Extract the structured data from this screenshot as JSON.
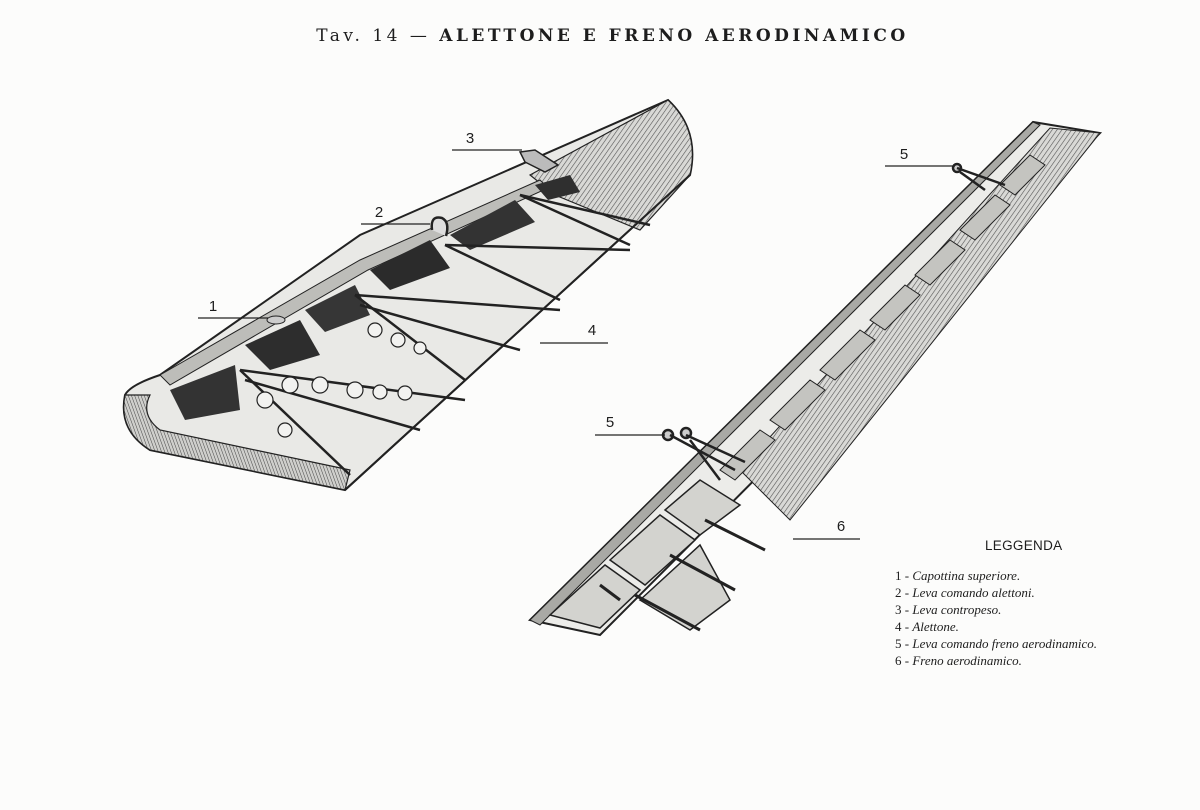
{
  "title": {
    "prefix": "Tav. 14 —",
    "main": "ALETTONE E FRENO AERODINAMICO"
  },
  "callouts": {
    "c1": "1",
    "c2": "2",
    "c3": "3",
    "c4": "4",
    "c5a": "5",
    "c5b": "5",
    "c6": "6"
  },
  "legend": {
    "title": "LEGGENDA",
    "items": [
      {
        "num": "1 -",
        "label": "Capottina superiore."
      },
      {
        "num": "2 -",
        "label": "Leva comando alettoni."
      },
      {
        "num": "3 -",
        "label": "Leva contropeso."
      },
      {
        "num": "4 -",
        "label": "Alettone."
      },
      {
        "num": "5 -",
        "label": "Leva comando freno aerodinamico."
      },
      {
        "num": "6 -",
        "label": "Freno aerodinamico."
      }
    ]
  }
}
